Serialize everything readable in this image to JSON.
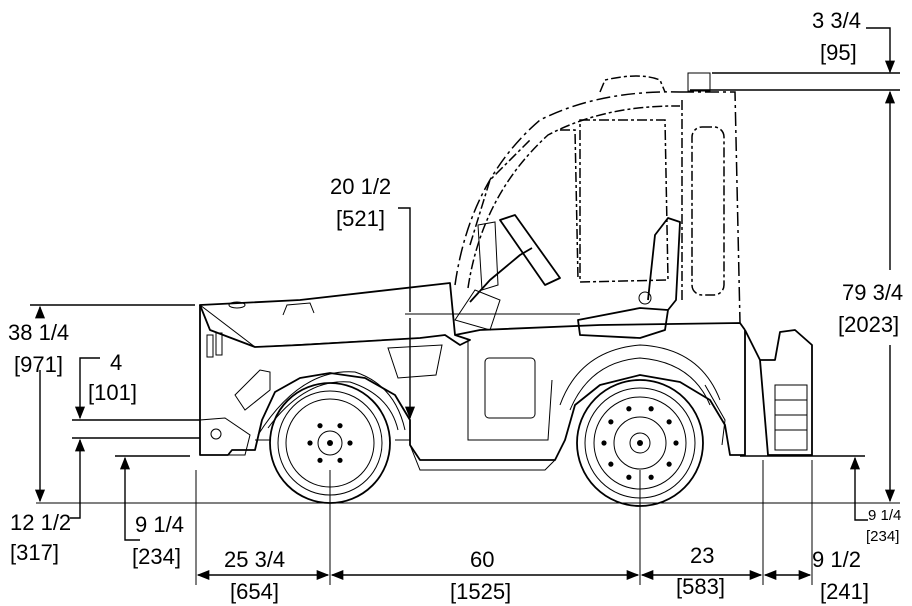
{
  "dimensions": {
    "cab_top_offset": {
      "in": "3 3/4",
      "mm": "[95]"
    },
    "steering_height": {
      "in": "20 1/2",
      "mm": "[521]"
    },
    "hood_height": {
      "in": "38 1/4",
      "mm": "[971]"
    },
    "hitch_front_a": {
      "in": "4",
      "mm": "[101]"
    },
    "overall_height": {
      "in": "79 3/4",
      "mm": "[2023]"
    },
    "front_hitch_height": {
      "in": "12 1/2",
      "mm": "[317]"
    },
    "front_clearance": {
      "in": "9 1/4",
      "mm": "[234]"
    },
    "rear_clearance": {
      "in": "9 1/4",
      "mm": "[234]"
    },
    "front_overhang": {
      "in": "25 3/4",
      "mm": "[654]"
    },
    "wheelbase": {
      "in": "60",
      "mm": "[1525]"
    },
    "rear_overhang": {
      "in": "23",
      "mm": "[583]"
    },
    "rear_hitch": {
      "in": "9 1/2",
      "mm": "[241]"
    }
  }
}
